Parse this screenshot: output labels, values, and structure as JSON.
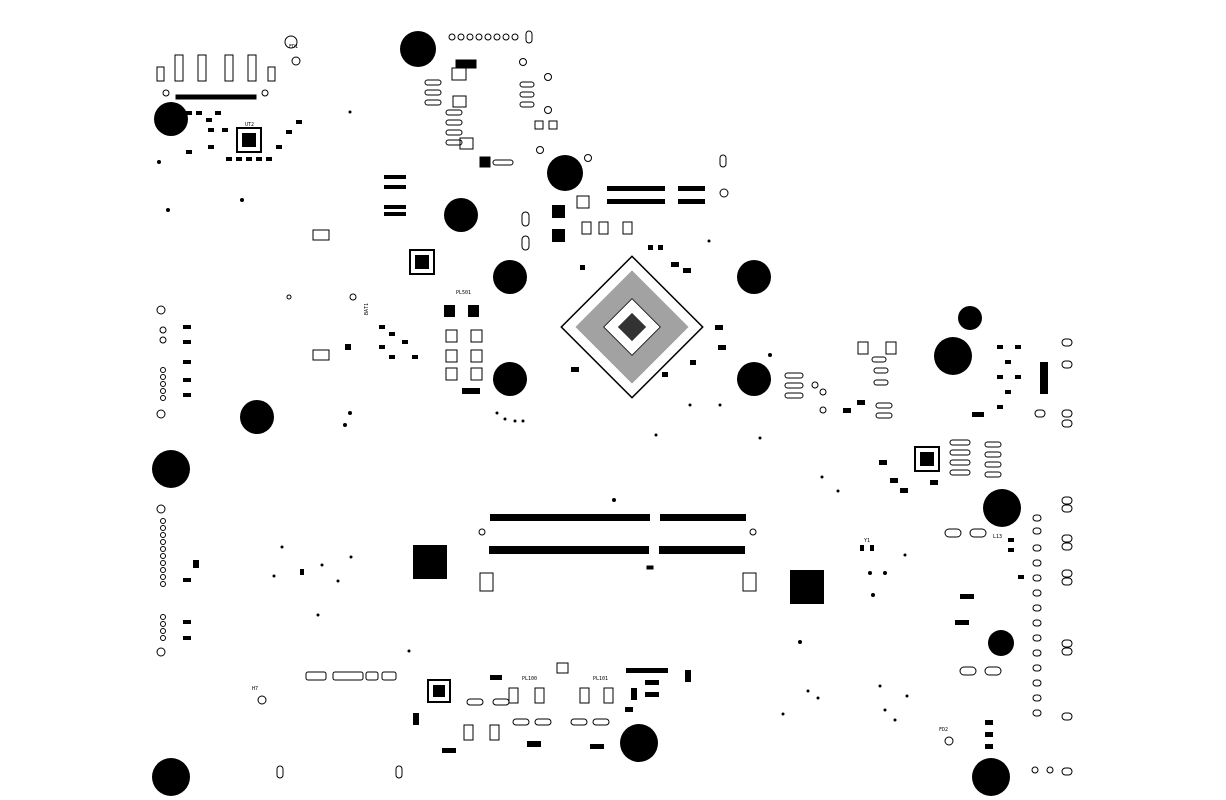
{
  "diagram": {
    "kind": "pcb-silkscreen-top",
    "colors": {
      "background": "#ffffff",
      "ink": "#000000"
    },
    "labels": {
      "u7": "UT2",
      "pl501": "PL501",
      "pl100": "PL100",
      "pl101": "PL101",
      "h7": "H7",
      "l13": "L13",
      "fd2": "FD2",
      "fd1": "FD1",
      "y1": "Y1",
      "battery": "BAT1"
    }
  }
}
